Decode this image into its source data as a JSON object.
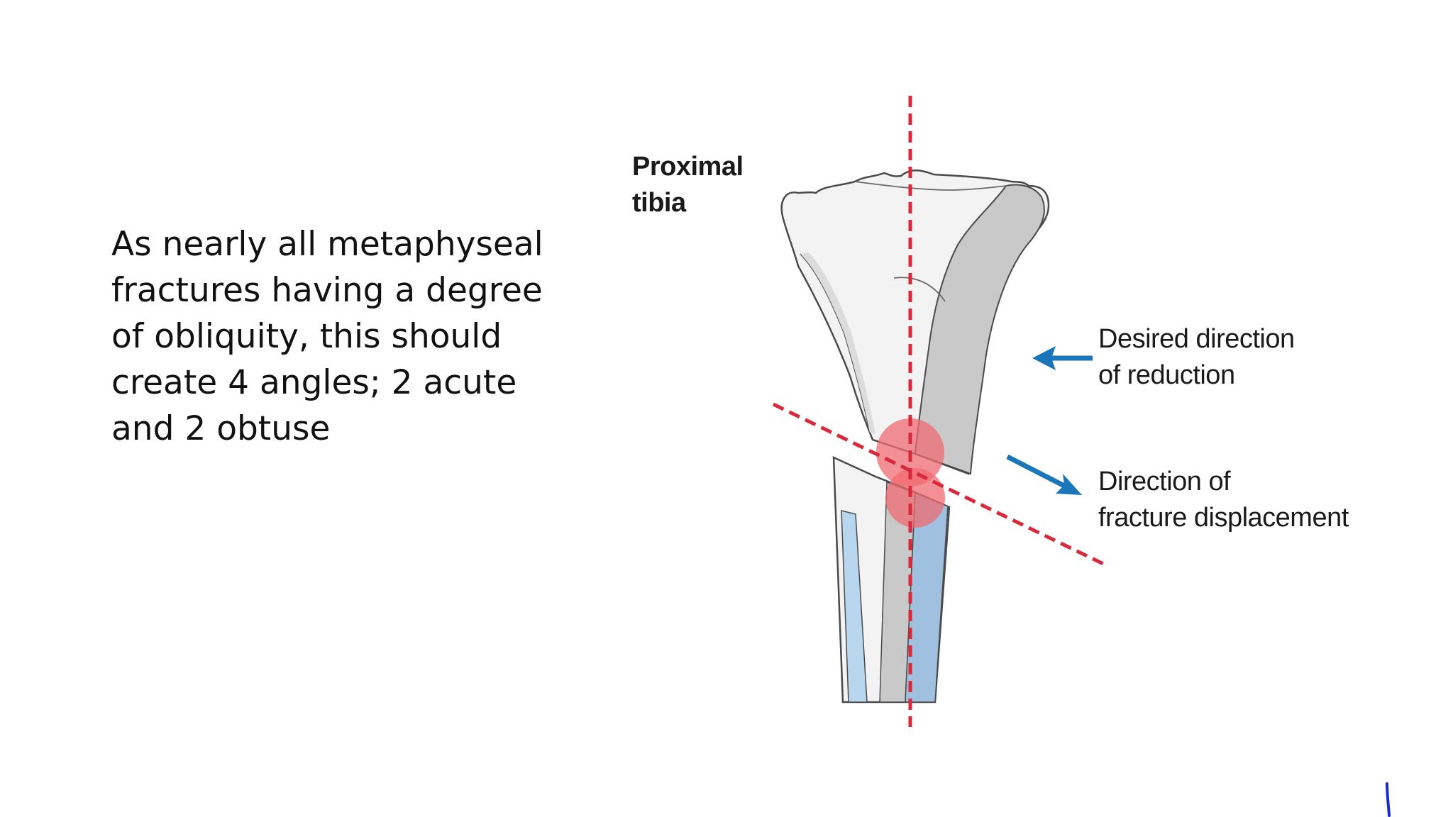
{
  "slide": {
    "body_text": "As nearly all metaphyseal fractures having a degree of obliquity, this should create 4 angles; 2 acute and 2 obtuse"
  },
  "diagram": {
    "label_proximal": [
      "Proximal",
      "tibia"
    ],
    "label_desired": [
      "Desired direction",
      "of reduction"
    ],
    "label_fracture": [
      "Direction of",
      "fracture displacement"
    ],
    "colors": {
      "bone_outline": "#4a4a4a",
      "bone_fill": "#f2f2f2",
      "cortex_gray": "#c8c8c8",
      "dashed_line": "#d8283a",
      "angle_highlight": "#ef6b72",
      "arrow_blue": "#1a75bb",
      "distal_blue": "#a9c9e6",
      "ink_mark": "#1c2ad0"
    }
  }
}
